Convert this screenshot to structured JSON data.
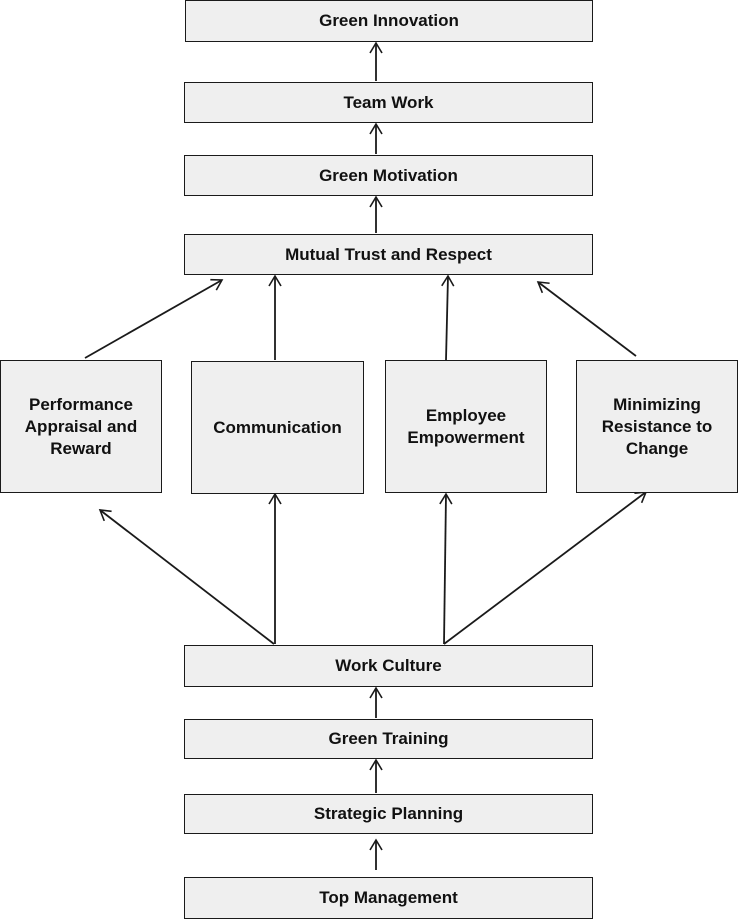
{
  "nodes": {
    "green_innovation": "Green Innovation",
    "team_work": "Team Work",
    "green_motivation": "Green Motivation",
    "mutual_trust": "Mutual Trust and Respect",
    "performance_appraisal": "Performance\nAppraisal and\nReward",
    "communication": "Communication",
    "employee_empowerment": "Employee\nEmpowerment",
    "minimizing_resistance": "Minimizing\nResistance to\nChange",
    "work_culture": "Work Culture",
    "green_training": "Green Training",
    "strategic_planning": "Strategic Planning",
    "top_management": "Top Management"
  },
  "edges": [
    {
      "from": "top_management",
      "to": "strategic_planning"
    },
    {
      "from": "strategic_planning",
      "to": "green_training"
    },
    {
      "from": "green_training",
      "to": "work_culture"
    },
    {
      "from": "work_culture",
      "to": "performance_appraisal"
    },
    {
      "from": "work_culture",
      "to": "communication"
    },
    {
      "from": "work_culture",
      "to": "employee_empowerment"
    },
    {
      "from": "work_culture",
      "to": "minimizing_resistance"
    },
    {
      "from": "performance_appraisal",
      "to": "mutual_trust"
    },
    {
      "from": "communication",
      "to": "mutual_trust"
    },
    {
      "from": "employee_empowerment",
      "to": "mutual_trust"
    },
    {
      "from": "minimizing_resistance",
      "to": "mutual_trust"
    },
    {
      "from": "mutual_trust",
      "to": "green_motivation"
    },
    {
      "from": "green_motivation",
      "to": "team_work"
    },
    {
      "from": "team_work",
      "to": "green_innovation"
    }
  ],
  "colors": {
    "box_fill": "#efefef",
    "box_border": "#1a1a1a",
    "arrow": "#1a1a1a"
  }
}
